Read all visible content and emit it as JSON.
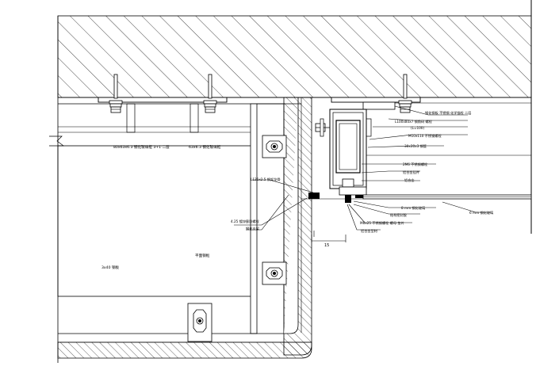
{
  "drawing": {
    "labels": {
      "upper_left_1": "80x63x6.3 钢化玻璃框 3+1 二层",
      "upper_left_2": "63x6.3 钢化玻璃框",
      "mid_left_1": "3x40 钢板",
      "mid_left_2": "平面钢框",
      "bolt_spec": "4.25 镀锌膨胀螺栓",
      "steel_frame": "钢化支架",
      "channel": "L125x2.5 钢架龙骨",
      "right_1": "钢化钢板 不锈钢 化学锚栓 二层",
      "right_2": "L100x80x7 钢角码 螺栓",
      "right_3": "(L=100)",
      "right_4": "M10x110 不锈钢螺栓",
      "right_5": "30x30x3 钢管",
      "right_6": "2M6 不锈钢螺栓",
      "right_7": "铝合金挂件",
      "right_8": "铝合金",
      "right_9": "8 mm 钢化玻璃",
      "right_10": "6 mm 钢化玻璃",
      "right_11": "结构密封胶",
      "right_12": "M6x25 不锈钢螺栓 螺母 垫片",
      "right_13": "铝合金型材",
      "dim": "15"
    }
  }
}
